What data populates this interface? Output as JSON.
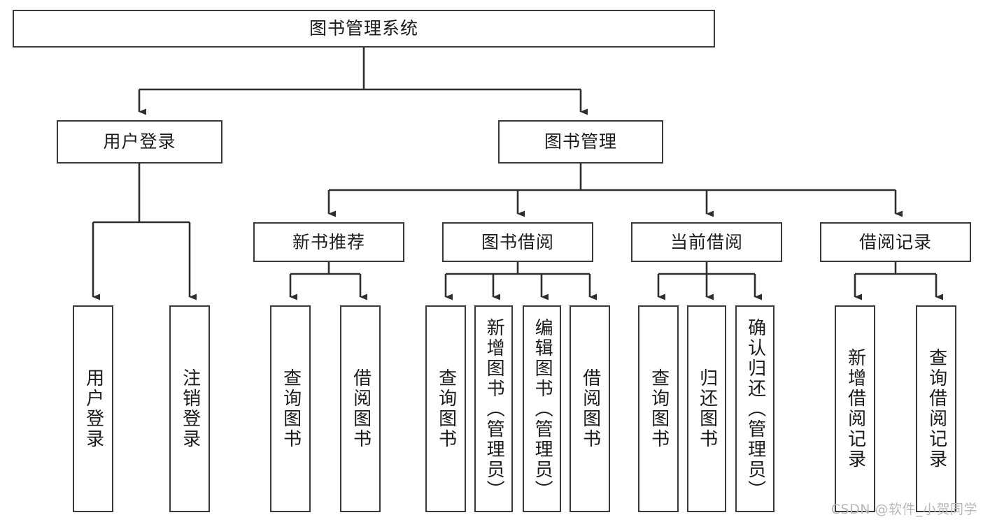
{
  "diagram": {
    "title": "图书管理系统",
    "type": "tree-hierarchy",
    "orientation": "top-down",
    "colors": {
      "stroke": "#3a3a3a",
      "fill": "#ffffff",
      "text": "#1b1b1b",
      "watermark": "#b9b9b9"
    },
    "root": {
      "label": "图书管理系统"
    },
    "level2": [
      {
        "label": "用户登录"
      },
      {
        "label": "图书管理"
      }
    ],
    "level3": [
      {
        "label": "新书推荐"
      },
      {
        "label": "图书借阅"
      },
      {
        "label": "当前借阅"
      },
      {
        "label": "借阅记录"
      }
    ],
    "leaves": {
      "user_login": [
        {
          "label": "用户登录"
        },
        {
          "label": "注销登录"
        }
      ],
      "new_book_recommend": [
        {
          "label": "查询图书"
        },
        {
          "label": "借阅图书"
        }
      ],
      "book_borrow": [
        {
          "label": "查询图书"
        },
        {
          "label": "新增图书（管理员）"
        },
        {
          "label": "编辑图书（管理员）"
        },
        {
          "label": "借阅图书"
        }
      ],
      "current_borrow": [
        {
          "label": "查询图书"
        },
        {
          "label": "归还图书"
        },
        {
          "label": "确认归还（管理员）"
        }
      ],
      "borrow_record": [
        {
          "label": "新增借阅记录"
        },
        {
          "label": "查询借阅记录"
        }
      ]
    }
  },
  "watermark": {
    "text": "CSDN @软件_小贺同学"
  }
}
